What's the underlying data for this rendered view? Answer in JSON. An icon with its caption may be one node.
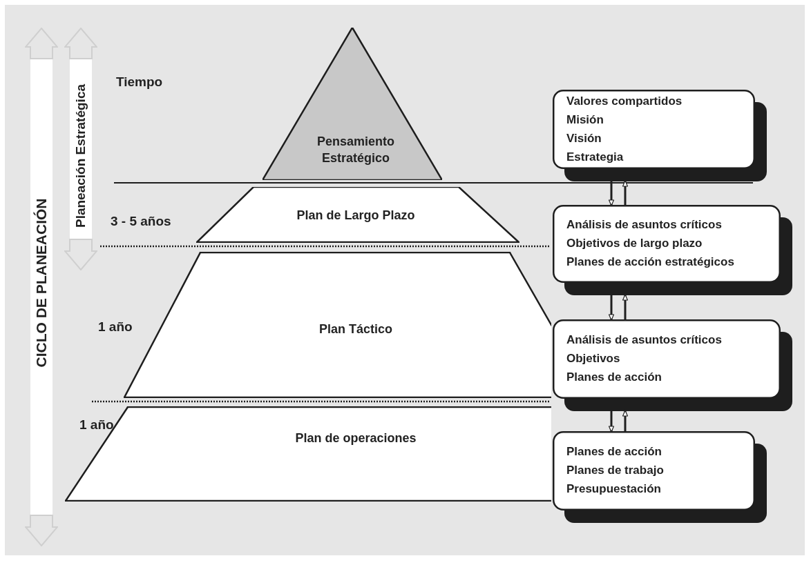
{
  "diagram": {
    "nodes": [
      {
        "text": [
          "CICLO DE PLANEACIÓN"
        ]
      },
      {
        "text": [
          "Planeación Estratégica"
        ]
      },
      {
        "text": [
          "Pensamiento Estratégico"
        ]
      },
      {
        "text": [
          "Plan de Largo Plazo"
        ]
      },
      {
        "text": [
          "Plan Táctico"
        ]
      },
      {
        "text": [
          "Plan de operaciones"
        ]
      },
      {
        "text": [
          "Valores compartidos",
          "Misión",
          "Visión",
          "Estrategia"
        ]
      },
      {
        "text": [
          "Análisis de asuntos críticos",
          "Objetivos de largo plazo",
          "Planes de acción estratégicos"
        ]
      },
      {
        "text": [
          "Análisis de asuntos críticos",
          "Objetivos",
          "Planes de acción"
        ]
      },
      {
        "text": [
          "Planes de acción",
          "Planes de trabajo",
          "Presupuestación"
        ]
      }
    ],
    "edges": [
      {
        "from": 6,
        "to": 7,
        "arrow": "to"
      },
      {
        "from": 7,
        "to": 6,
        "arrow": "to"
      },
      {
        "from": 7,
        "to": 8,
        "arrow": "to"
      },
      {
        "from": 8,
        "to": 7,
        "arrow": "to"
      },
      {
        "from": 8,
        "to": 9,
        "arrow": "to"
      },
      {
        "from": 9,
        "to": 8,
        "arrow": "to"
      }
    ],
    "labels": [
      "Tiempo",
      "3 - 5 años",
      "1 año",
      "1 año"
    ]
  }
}
